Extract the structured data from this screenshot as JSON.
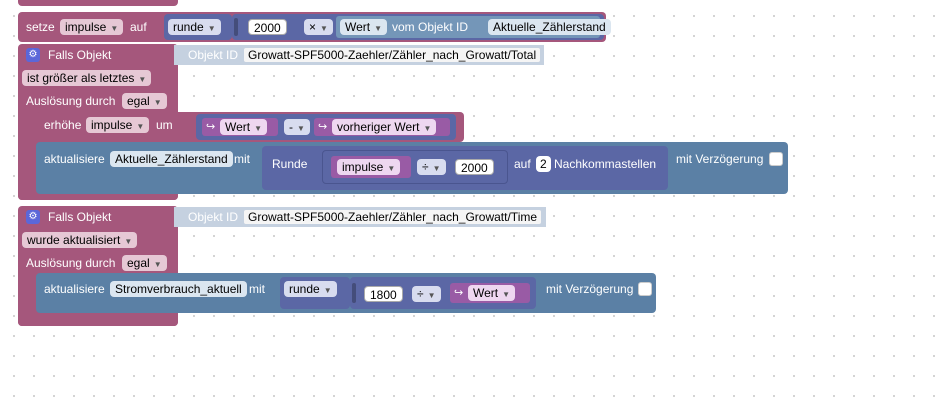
{
  "block1": {
    "setze": "setze",
    "var": "impulse",
    "auf": "auf",
    "runde": "runde",
    "num": "2000",
    "op": "×",
    "wert": "Wert",
    "vom_objekt": "vom Objekt ID",
    "objekt": "Aktuelle_Zählerstand"
  },
  "trigger1": {
    "falls": "Falls Objekt",
    "objekt_id_label": "Objekt ID",
    "objekt_id": "Growatt-SPF5000-Zaehler/Zähler_nach_Growatt/Total",
    "condition": "ist größer als letztes",
    "ausloesung": "Auslösung durch",
    "ausloesung_val": "egal",
    "erhoehe": "erhöhe",
    "erhoehe_var": "impulse",
    "um": "um",
    "wert": "Wert",
    "minus": "-",
    "vorheriger": "vorheriger Wert",
    "aktualisiere": "aktualisiere",
    "target": "Aktuelle_Zählerstand",
    "mit": "mit",
    "runde_label": "Runde",
    "imp_var": "impulse",
    "div": "÷",
    "div_num": "2000",
    "auf": "auf",
    "places": "2",
    "nachkomma": "Nachkommastellen",
    "verzoegerung": "mit Verzögerung"
  },
  "trigger2": {
    "falls": "Falls Objekt",
    "objekt_id_label": "Objekt ID",
    "objekt_id": "Growatt-SPF5000-Zaehler/Zähler_nach_Growatt/Time",
    "condition": "wurde aktualisiert",
    "ausloesung": "Auslösung durch",
    "ausloesung_val": "egal",
    "aktualisiere": "aktualisiere",
    "target": "Stromverbrauch_aktuell",
    "mit": "mit",
    "runde": "runde",
    "num": "1800",
    "div": "÷",
    "wert": "Wert",
    "verzoegerung": "mit Verzögerung"
  },
  "colors": {
    "event": "#a5577c",
    "action": "#5b80a5",
    "math": "#5b67a5",
    "variable": "#995ba5"
  },
  "icons": {
    "trigger": "gear-icon",
    "var_ref": "arrow-hook-icon",
    "dropdown": "caret-down-icon"
  }
}
